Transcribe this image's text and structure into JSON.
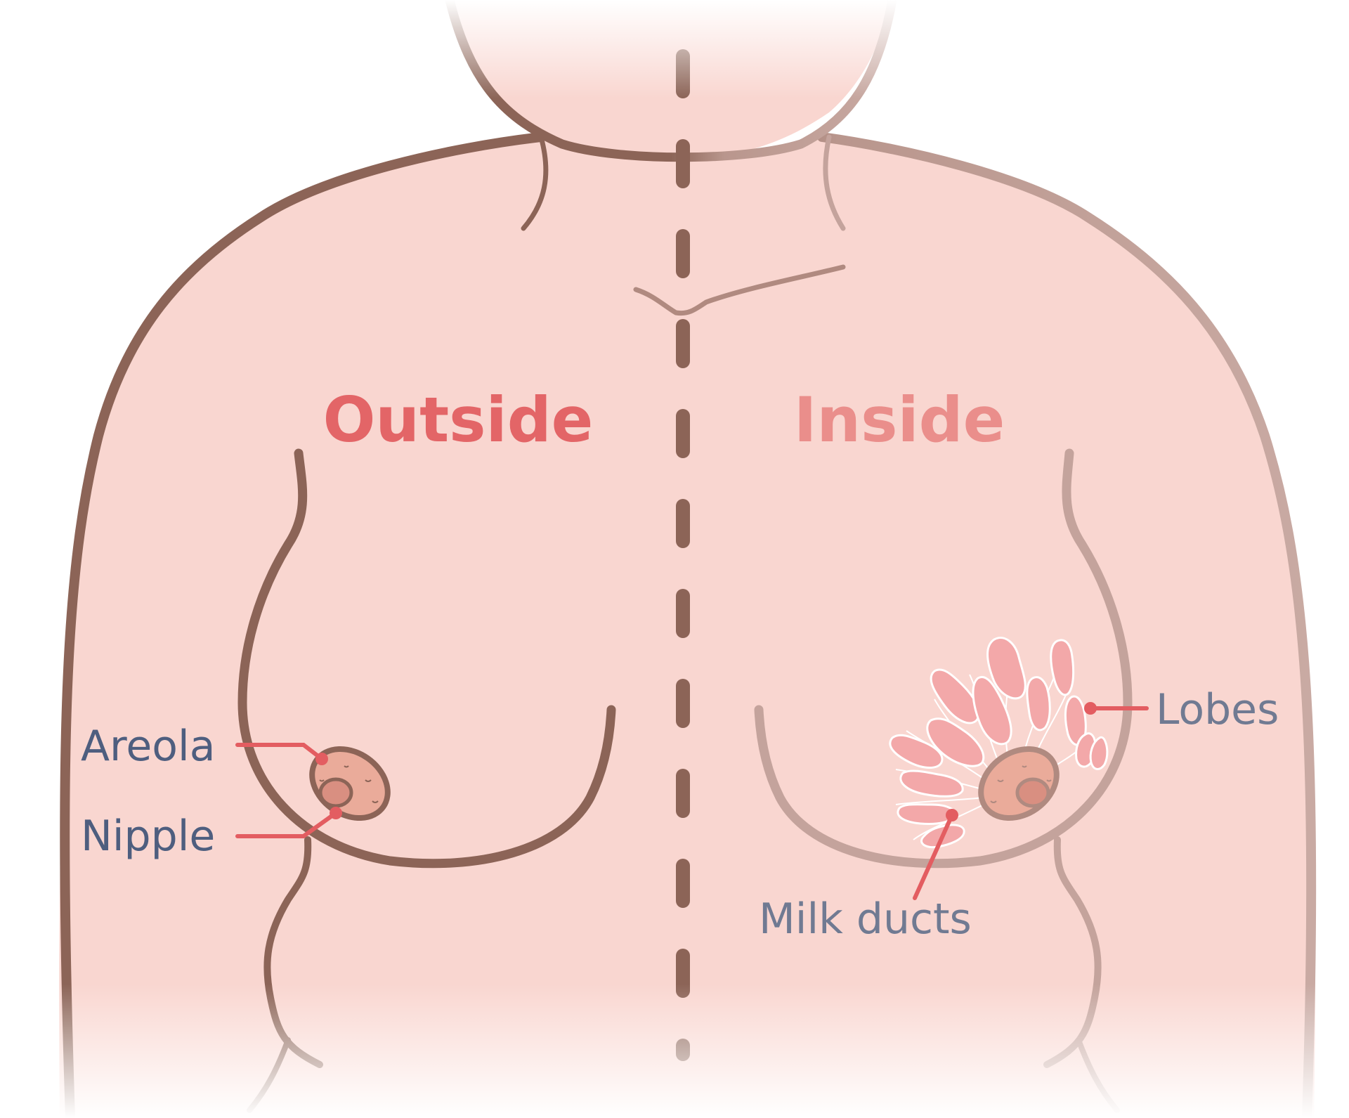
{
  "headings": {
    "outside": "Outside",
    "inside": "Inside"
  },
  "labels": {
    "areola": "Areola",
    "nipple": "Nipple",
    "lobes": "Lobes",
    "milk_ducts": "Milk ducts"
  },
  "colors": {
    "skin": "#f9d6d0",
    "outline_dark": "#8c6457",
    "outline_light": "#c4a39c",
    "heading_outside": "#e36567",
    "heading_inside": "#ea8e8b",
    "label_dark": "#4e5e7f",
    "label_light": "#707a92",
    "pointer": "#e35d61",
    "areola_fill": "#eaab9a",
    "nipple_fill": "#d98f81",
    "lobe_fill": "#f3a8a9"
  }
}
